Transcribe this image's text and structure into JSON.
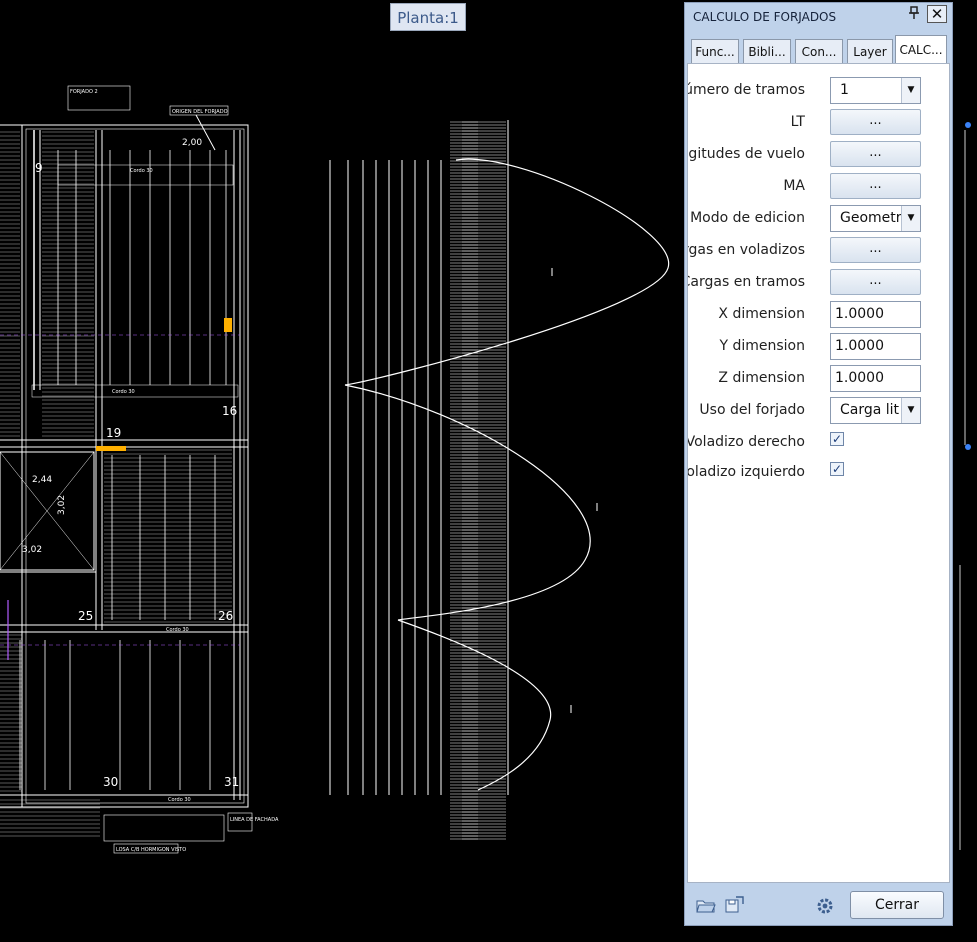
{
  "floor_label": "Planta:1",
  "panel": {
    "title": "CALCULO DE FORJADOS",
    "pin_icon": "pin-icon",
    "close_label": "✕",
    "tabs": [
      "Func...",
      "Bibli...",
      "Con...",
      "Layer",
      "CALC..."
    ],
    "active_tab": "CALC...",
    "rows": [
      {
        "label": "úmero de tramos",
        "type": "select",
        "value": "1"
      },
      {
        "label": "LT",
        "type": "button",
        "value": "..."
      },
      {
        "label": "ngitudes de vuelo",
        "type": "button",
        "value": "..."
      },
      {
        "label": "MA",
        "type": "button",
        "value": "..."
      },
      {
        "label": "Modo de edicion",
        "type": "select",
        "value": "Geometr"
      },
      {
        "label": "rgas en voladizos",
        "type": "button",
        "value": "..."
      },
      {
        "label": "Cargas en tramos",
        "type": "button",
        "value": "..."
      },
      {
        "label": "X dimension",
        "type": "input",
        "value": "1.0000"
      },
      {
        "label": "Y dimension",
        "type": "input",
        "value": "1.0000"
      },
      {
        "label": "Z dimension",
        "type": "input",
        "value": "1.0000"
      },
      {
        "label": "Uso del forjado",
        "type": "select",
        "value": "Carga lit"
      },
      {
        "label": "Voladizo derecho",
        "type": "checkbox",
        "value": "✓"
      },
      {
        "label": "oladizo izquierdo",
        "type": "checkbox",
        "value": "✓"
      }
    ],
    "footer": {
      "cerrar_label": "Cerrar",
      "icons": [
        "open-folder-icon",
        "save-icon",
        "settings-icon"
      ]
    }
  },
  "drawing": {
    "room_numbers": [
      "9",
      "16",
      "19",
      "25",
      "26",
      "30",
      "31"
    ],
    "dims": [
      "2,00",
      "2,44",
      "3,02",
      "3,02"
    ],
    "notes": [
      "FORJADO 2",
      "ORIGEN DEL FORJADO",
      "LINEA DE FACHADA",
      "LOSA C/B HORMIGON VISTO"
    ],
    "cadd_text": [
      "Cordo 30",
      "Cordo 30",
      "Cordo 30",
      "Cordo 30"
    ],
    "line_color": "#ffffff",
    "accent_colors": [
      "#ffb000",
      "#b05cff"
    ]
  }
}
